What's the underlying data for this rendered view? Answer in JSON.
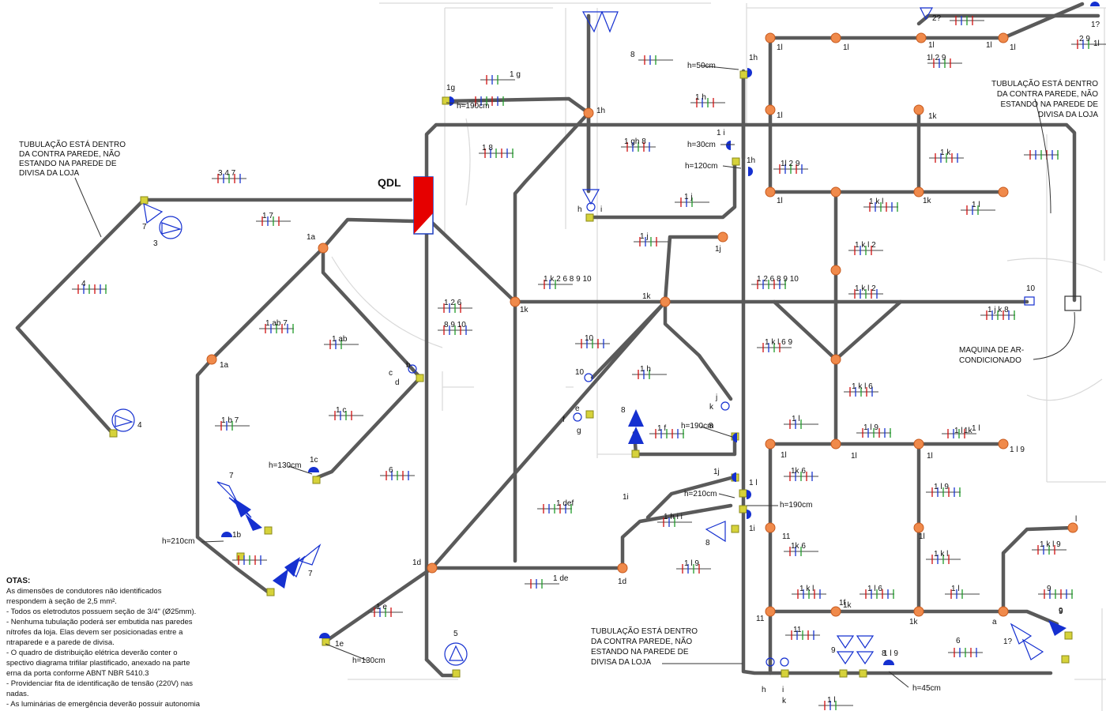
{
  "panel": {
    "label": "QDL",
    "fill_color": "#e60000",
    "edge_color": "#1f3fbf"
  },
  "colors": {
    "conduit": "#5a5a5a",
    "outlet_node": "#f08a4b",
    "fixture_blue": "#1530d0",
    "fixture_yellow": "#d6d23a",
    "wire_red": "#d01010",
    "wire_blue": "#1a35d0",
    "wire_green": "#1f9a2a"
  },
  "wall_notes": [
    {
      "lines": [
        "TUBULAÇÃO ESTÁ DENTRO",
        "DA CONTRA PAREDE, NÃO",
        "ESTANDO NA PAREDE DE",
        "DIVISA DA LOJA"
      ]
    },
    {
      "lines": [
        "TUBULAÇÃO ESTÁ DENTRO",
        "DA CONTRA PAREDE, NÃO",
        "ESTANDO NA PAREDE DE",
        "DIVISA DA LOJA"
      ]
    },
    {
      "lines": [
        "TUBULAÇÃO ESTÁ DENTRO",
        "DA CONTRA PAREDE, NÃO",
        "ESTANDO NA PAREDE DE",
        "DIVISA DA LOJA"
      ]
    }
  ],
  "ac_note": {
    "lines": [
      "MAQUINA DE AR-",
      "CONDICIONADO"
    ]
  },
  "notes": {
    "title": "OTAS:",
    "lines": [
      "As dimensões de condutores não identificados",
      "rrespondem à seção de  2,5 mm².",
      "- Todos os eletrodutos possuem seção de  3/4\" (Ø25mm).",
      "- Nenhuma tubulação poderá ser embutida nas paredes",
      "nítrofes da loja. Elas devem ser posicionadas entre a",
      "ntraparede e a parede de divisa.",
      "- O quadro de distribuição elétrica deverão conter o",
      "spectivo diagrama trifilar plastificado, anexado na parte",
      "erna da porta conforme ABNT NBR 5410.3",
      "- Providenciar fita de identificação de tensão (220V) nas",
      "nadas.",
      "- As luminárias de emergência deverão possuir autonomia"
    ]
  },
  "heights": [
    "h=50cm",
    "h=190cm",
    "h=30cm",
    "h=120cm",
    "h=130cm",
    "h=190cm",
    "h=210cm",
    "h=190cm",
    "h=210cm",
    "h=130cm",
    "h=45cm"
  ],
  "circuit_labels": [
    "1 g",
    "1g",
    "8",
    "1h",
    "1h",
    "1 h",
    "1 i",
    "1h",
    "1k",
    "1l",
    "1l",
    "1l",
    "1l",
    "1l",
    "1l",
    "1l  2  9",
    "1l  2  9",
    "2  9",
    "1 gh  8",
    "1 8",
    "1 j",
    "1 j",
    "1j",
    "1 k",
    "1 k l",
    "1 l",
    "1 k l  2",
    "1 k l  2",
    "1 2 6 8 9 10",
    "1 k 2 6 8 9 10",
    "1k",
    "1k",
    "1 2 6",
    "8 9 10",
    "1 ab  7",
    "1 ab",
    "1a",
    "1a",
    "1 7",
    "3  4  7",
    "4",
    "7",
    "3",
    "4",
    "1 b  7",
    "1 c",
    "1c",
    "6",
    "7",
    "7",
    "1b",
    "1d",
    "1d",
    "1 def",
    "1 de",
    "1 e",
    "1e",
    "5",
    "10",
    "10",
    "10",
    "1 j k  8",
    "1 h",
    "1 k l  6  9",
    "1 k l  6",
    "1 l  9",
    "1 l",
    "1 l",
    "1 l  9",
    "1k  6",
    "1 l  9",
    "1k  6",
    "1 k l",
    "1 k l",
    "1 l  6",
    "1 l",
    "1 k l  9",
    "11",
    "8",
    "8",
    "1 f",
    "1 h i i",
    "1 l  9",
    "6",
    "9",
    "9",
    "1?",
    "1 l  9",
    "1 l",
    "1 l",
    "1k",
    "1k",
    "1l",
    "1k",
    "1l",
    "1l",
    "11",
    "11",
    "1k",
    "1l",
    "a",
    "b",
    "c",
    "d",
    "e",
    "f",
    "g",
    "h",
    "i",
    "j",
    "k",
    "h",
    "i",
    "k",
    "l",
    "1l",
    "1l",
    "1 l",
    "1i",
    "1j",
    "1f",
    "1i",
    "8",
    "8",
    "1?",
    "2?",
    "9",
    "9",
    "6"
  ]
}
